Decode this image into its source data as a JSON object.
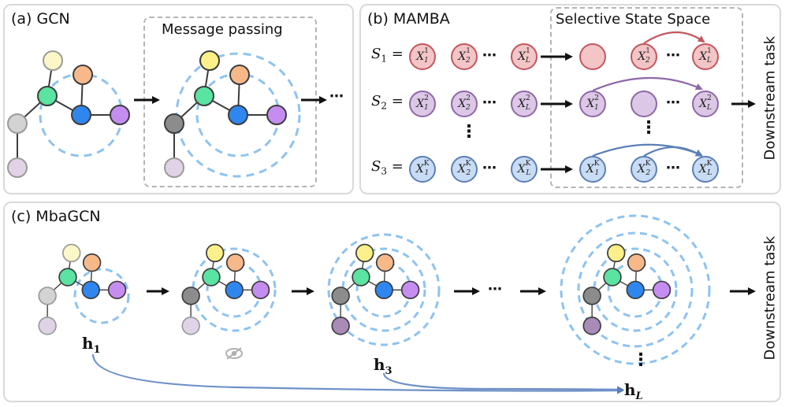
{
  "panels": {
    "a": {
      "title": "(a) GCN",
      "box_label": "Message passing"
    },
    "b": {
      "title": "(b) MAMBA",
      "box_label": "Selective State Space",
      "downstream": "Downstream task",
      "rows": [
        {
          "label": "S",
          "index": "1",
          "tokens": [
            "X",
            "X",
            "X"
          ],
          "sup": "1",
          "subs": [
            "1",
            "2",
            "L"
          ]
        },
        {
          "label": "S",
          "index": "2",
          "tokens": [
            "X",
            "X",
            "X"
          ],
          "sup": "2",
          "subs": [
            "1",
            "2",
            "L"
          ]
        },
        {
          "label": "S",
          "index": "3",
          "tokens": [
            "X",
            "X",
            "X"
          ],
          "sup": "K",
          "subs": [
            "1",
            "2",
            "L"
          ]
        }
      ],
      "ellipsis": "⋯",
      "vdots": "⋮"
    },
    "c": {
      "title": "(c) MbaGCN",
      "downstream": "Downstream task",
      "h1": "h",
      "h1_sub": "1",
      "h3": "h",
      "h3_sub": "3",
      "hL": "h",
      "hL_sub": "L",
      "ellipsis": "⋯",
      "vdots": "⋮"
    }
  },
  "colors": {
    "yellow": "#fbf3a0",
    "orange": "#f8b98a",
    "green": "#5ae3a1",
    "blue": "#2f86ee",
    "purple": "#c68df0",
    "gray": "#c9c9c9",
    "light_purple": "#d9c9e0",
    "dash_blue": "#8ec3f0",
    "edge": "#3c3c3c",
    "curve": "#6f91c7"
  }
}
